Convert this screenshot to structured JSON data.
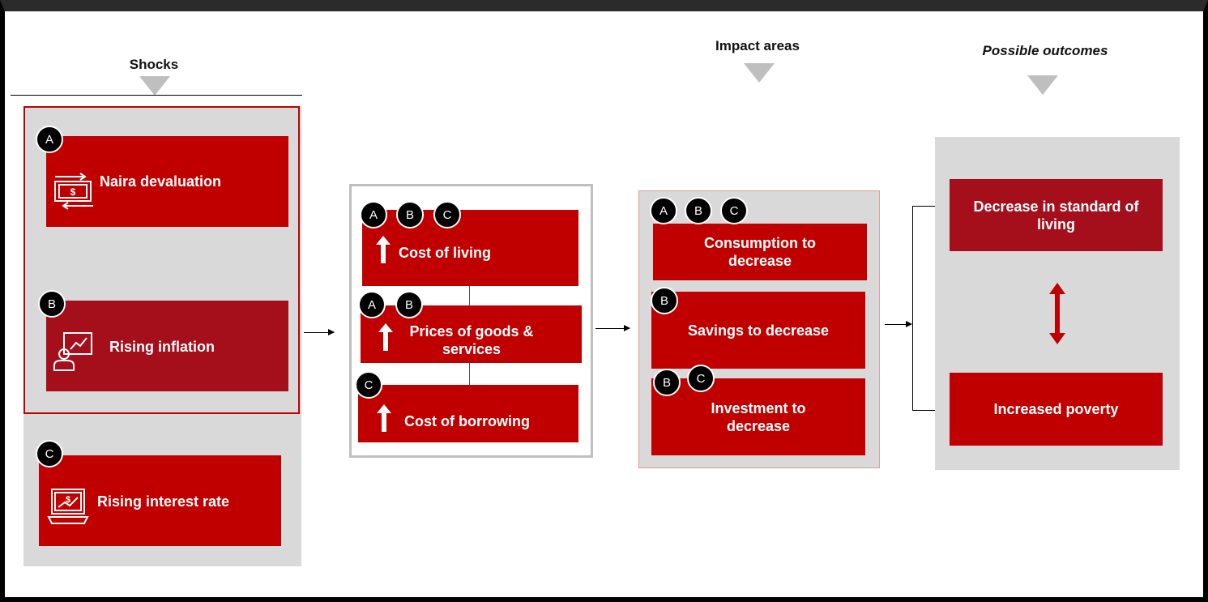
{
  "headers": {
    "shocks": "Shocks",
    "impact_areas": "Impact areas",
    "possible_outcomes": "Possible outcomes"
  },
  "shocks": [
    {
      "badge": "A",
      "label": "Naira devaluation",
      "icon": "currency-exchange-icon"
    },
    {
      "badge": "B",
      "label": "Rising inflation",
      "icon": "presenter-chart-icon"
    },
    {
      "badge": "C",
      "label": "Rising interest rate",
      "icon": "laptop-dollar-icon"
    }
  ],
  "effects": [
    {
      "badges": [
        "A",
        "B",
        "C"
      ],
      "label": "Cost of living",
      "icon": "up-arrow-icon"
    },
    {
      "badges": [
        "A",
        "B"
      ],
      "label": "Prices of goods & services",
      "icon": "up-arrow-icon"
    },
    {
      "badges": [
        "C"
      ],
      "label": "Cost of borrowing",
      "icon": "up-arrow-icon"
    }
  ],
  "impacts": [
    {
      "badges": [
        "A",
        "B",
        "C"
      ],
      "label": "Consumption to decrease"
    },
    {
      "badges": [
        "B"
      ],
      "label": "Savings to decrease"
    },
    {
      "badges": [
        "B",
        "C"
      ],
      "label": "Investment to decrease"
    }
  ],
  "outcomes": [
    {
      "label": "Decrease in standard of living"
    },
    {
      "label": "Increased poverty"
    }
  ],
  "colors": {
    "primary_red": "#c00000",
    "dark_red": "#a50e1b",
    "panel_grey": "#d9d9d9",
    "badge_black": "#000000"
  }
}
